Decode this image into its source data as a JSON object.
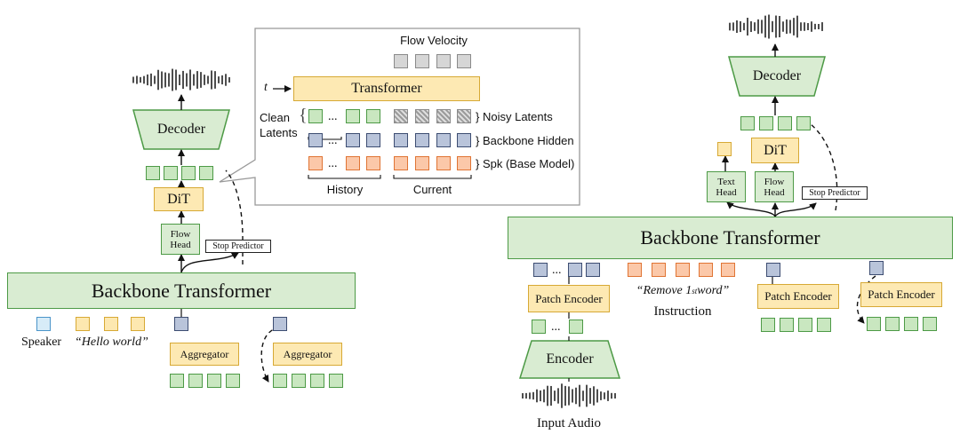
{
  "colors": {
    "green_fill": "#c9e7c0",
    "green_border": "#4d9a46",
    "orange_fill": "#fbc8a9",
    "orange_border": "#e07434",
    "blue_fill": "#b9c4da",
    "blue_border": "#3d4d72",
    "yellow_fill": "#fde8b0",
    "yellow_border": "#d7a935",
    "lightblue_fill": "#d7ecf8",
    "gray_fill": "#d6d6d6"
  },
  "left": {
    "backbone": "Backbone Transformer",
    "decoder": "Decoder",
    "dit": "DiT",
    "flow_head": "Flow Head",
    "stop_predictor": "Stop Predictor",
    "speaker": "Speaker",
    "hello_world": "“Hello world”",
    "aggregator_1": "Aggregator",
    "aggregator_2": "Aggregator"
  },
  "inset": {
    "flow_velocity": "Flow Velocity",
    "t": "t",
    "transformer": "Transformer",
    "clean_latents": "Clean Latents",
    "noisy_latents": "Noisy Latents",
    "backbone_hidden": "Backbone Hidden",
    "spk": "Spk (Base Model)",
    "history": "History",
    "current": "Current",
    "ellipsis": "..."
  },
  "right": {
    "backbone": "Backbone Transformer",
    "decoder": "Decoder",
    "dit": "DiT",
    "text_head": "Text Head",
    "flow_head": "Flow Head",
    "stop_predictor": "Stop Predictor",
    "patch_encoder_1": "Patch Encoder",
    "patch_encoder_2": "Patch Encoder",
    "patch_encoder_3": "Patch Encoder",
    "instruction_quote_prefix": "“Remove 1",
    "instruction_quote_sup": "st",
    "instruction_quote_suffix": " word”",
    "instruction": "Instruction",
    "encoder": "Encoder",
    "input_audio": "Input Audio"
  }
}
